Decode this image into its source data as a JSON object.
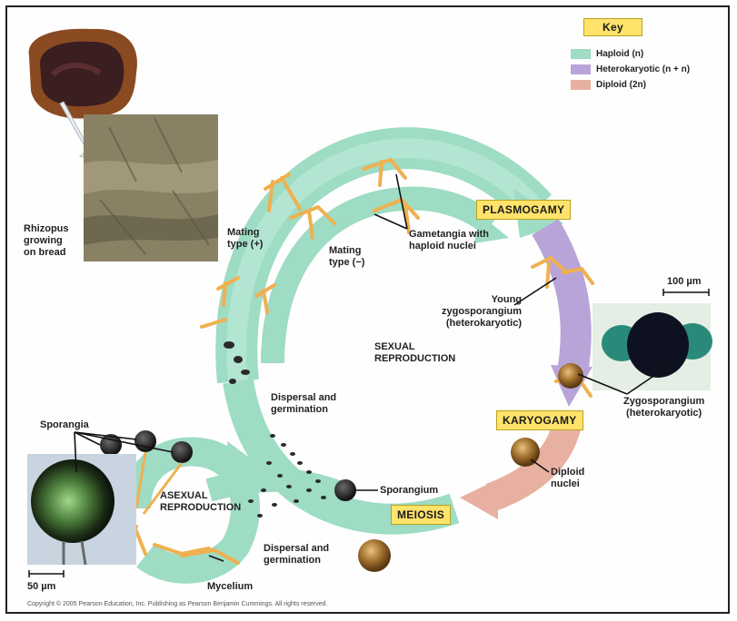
{
  "key": {
    "title": "Key",
    "items": [
      {
        "label": "Haploid (n)",
        "color": "#9edcc4"
      },
      {
        "label": "Heterokaryotic (n + n)",
        "color": "#b8a4d8"
      },
      {
        "label": "Diploid (2n)",
        "color": "#e8b0a0"
      }
    ]
  },
  "stages": {
    "plasmogamy": "PLASMOGAMY",
    "karyogamy": "KARYOGAMY",
    "meiosis": "MEIOSIS"
  },
  "labels": {
    "rhizopus": "Rhizopus\ngrowing\non bread",
    "mating_plus": "Mating\ntype (+)",
    "mating_minus": "Mating\ntype (−)",
    "gametangia": "Gametangia with\nhaploid nuclei",
    "young_zygo": "Young\nzygosporangium\n(heterokaryotic)",
    "sexual": "SEXUAL\nREPRODUCTION",
    "zygosporangium": "Zygosporangium\n(heterokaryotic)",
    "diploid_nuclei": "Diploid\nnuclei",
    "dispersal_top": "Dispersal and\ngermination",
    "sporangia": "Sporangia",
    "asexual": "ASEXUAL\nREPRODUCTION",
    "sporangium": "Sporangium",
    "dispersal_bottom": "Dispersal and\ngermination",
    "mycelium": "Mycelium",
    "scale_100": "100 µm",
    "scale_50": "50 µm"
  },
  "copyright": "Copyright © 2005 Pearson Education, Inc. Publishing as Pearson Benjamin Cummings. All rights reserved."
}
